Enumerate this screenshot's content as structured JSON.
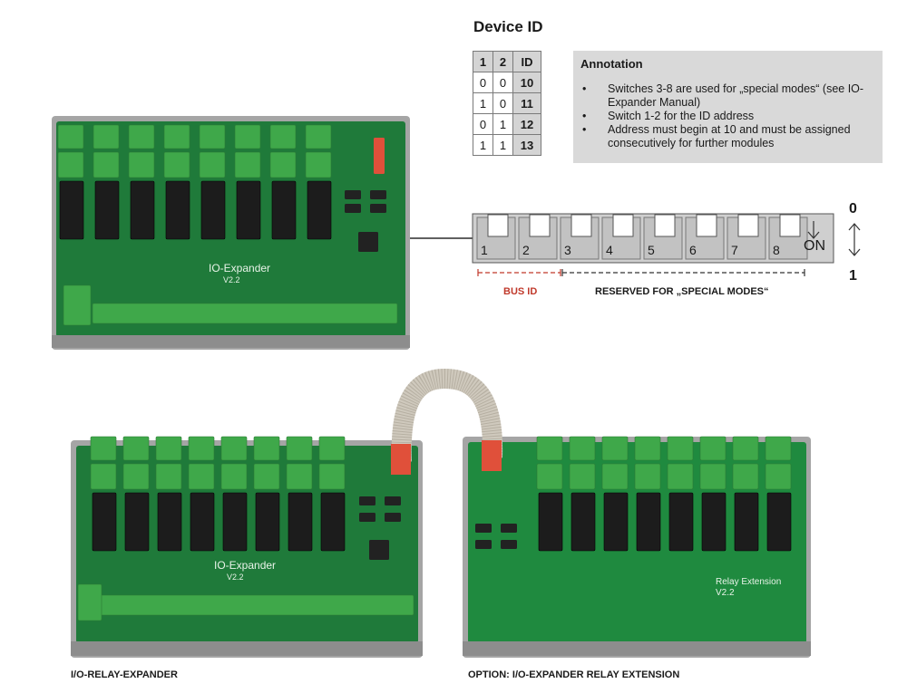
{
  "device_id": {
    "title": "Device ID",
    "headers": [
      "1",
      "2",
      "ID"
    ],
    "rows": [
      [
        "0",
        "0",
        "10"
      ],
      [
        "1",
        "0",
        "11"
      ],
      [
        "0",
        "1",
        "12"
      ],
      [
        "1",
        "1",
        "13"
      ]
    ]
  },
  "annotation": {
    "title": "Annotation",
    "items": [
      "Switches 3-8 are used for „special modes“ (see IO-Expander Manual)",
      "Switch 1-2 for the ID address",
      "Address must begin at 10 and must be assigned consecutively for further modules"
    ]
  },
  "dip_switch": {
    "positions": [
      "1",
      "2",
      "3",
      "4",
      "5",
      "6",
      "7",
      "8"
    ],
    "on_label": "ON",
    "state_top": "0",
    "state_bottom": "1",
    "bus_id_label": "BUS ID",
    "reserved_label": "RESERVED FOR „SPECIAL MODES“"
  },
  "boards": {
    "top_board_silk": "IO-Expander",
    "top_board_version": "V2.2",
    "bottom_left_silk": "IO-Expander",
    "bottom_left_version": "V2.2",
    "bottom_right_silk": "Relay Extension",
    "bottom_right_version": "V2.2"
  },
  "captions": {
    "left": "I/O-RELAY-EXPANDER",
    "right": "OPTION: I/O-EXPANDER RELAY EXTENSION"
  },
  "colors": {
    "pcb": "#1f7a3a",
    "terminal": "#3fa84a",
    "relay": "#1c1c1c",
    "bus_id": "#c0392b",
    "annotation_bg": "#d9d9d9",
    "rail": "#9a9a9a"
  }
}
